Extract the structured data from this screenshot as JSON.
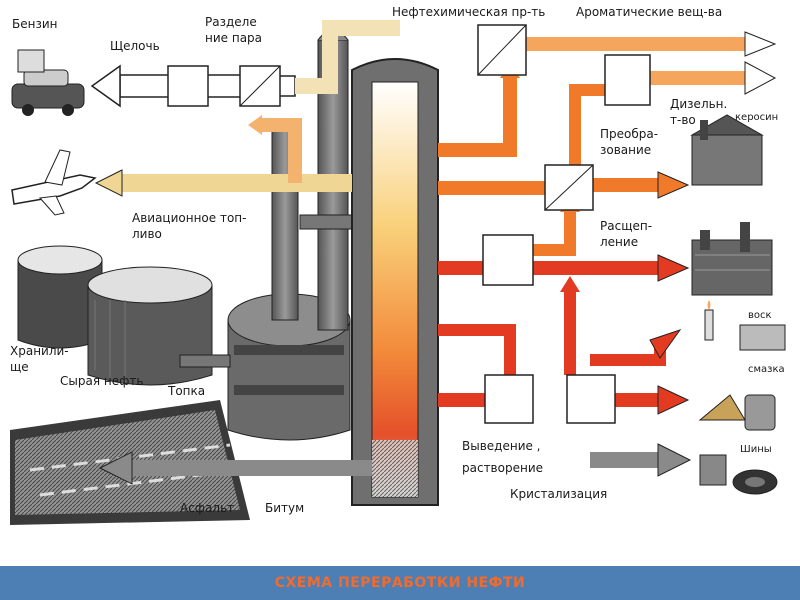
{
  "diagram": {
    "labels": {
      "benzin": "Бензин",
      "shchelochi": "Щелочь",
      "razdelenie_para": "Разделе\nние пара",
      "neftekhim": "Нефтехимическая пр-ть",
      "aromatic": "Ароматические вещ-ва",
      "dizel": "Дизельн.\nт-во",
      "kerosin": "керосин",
      "preobrazovanie": "Преобра-\nзование",
      "aviation": "Авиационное топ-\nливо",
      "rasshcheplenie": "Расщеп-\nление",
      "khranilishche": "Хранили-\nще",
      "syraya_neft": "Сырая нефть",
      "topka": "Топка",
      "vosk": "воск",
      "smazka": "смазка",
      "vyvedenie": "Выведение ,\nрастворение",
      "kristallizatsiya": "Кристализация",
      "shiny": "Шины",
      "asfalt": "Асфальт",
      "bitum": "Битум"
    },
    "colors": {
      "orange": "#f07a2a",
      "orange_light": "#f5a65c",
      "red": "#e33b22",
      "yellow": "#e9c77a",
      "grey": "#9a9a9a",
      "dark": "#333333"
    },
    "icons": [
      "car-icon",
      "airplane-icon",
      "storage-tank-icon",
      "refinery-column-icon",
      "furnace-icon",
      "asphalt-road-icon",
      "factory-icon",
      "candle-icon",
      "oil-can-icon",
      "tire-icon"
    ]
  },
  "footer": {
    "title": "СХЕМА ПЕРЕРАБОТКИ НЕФТИ"
  }
}
